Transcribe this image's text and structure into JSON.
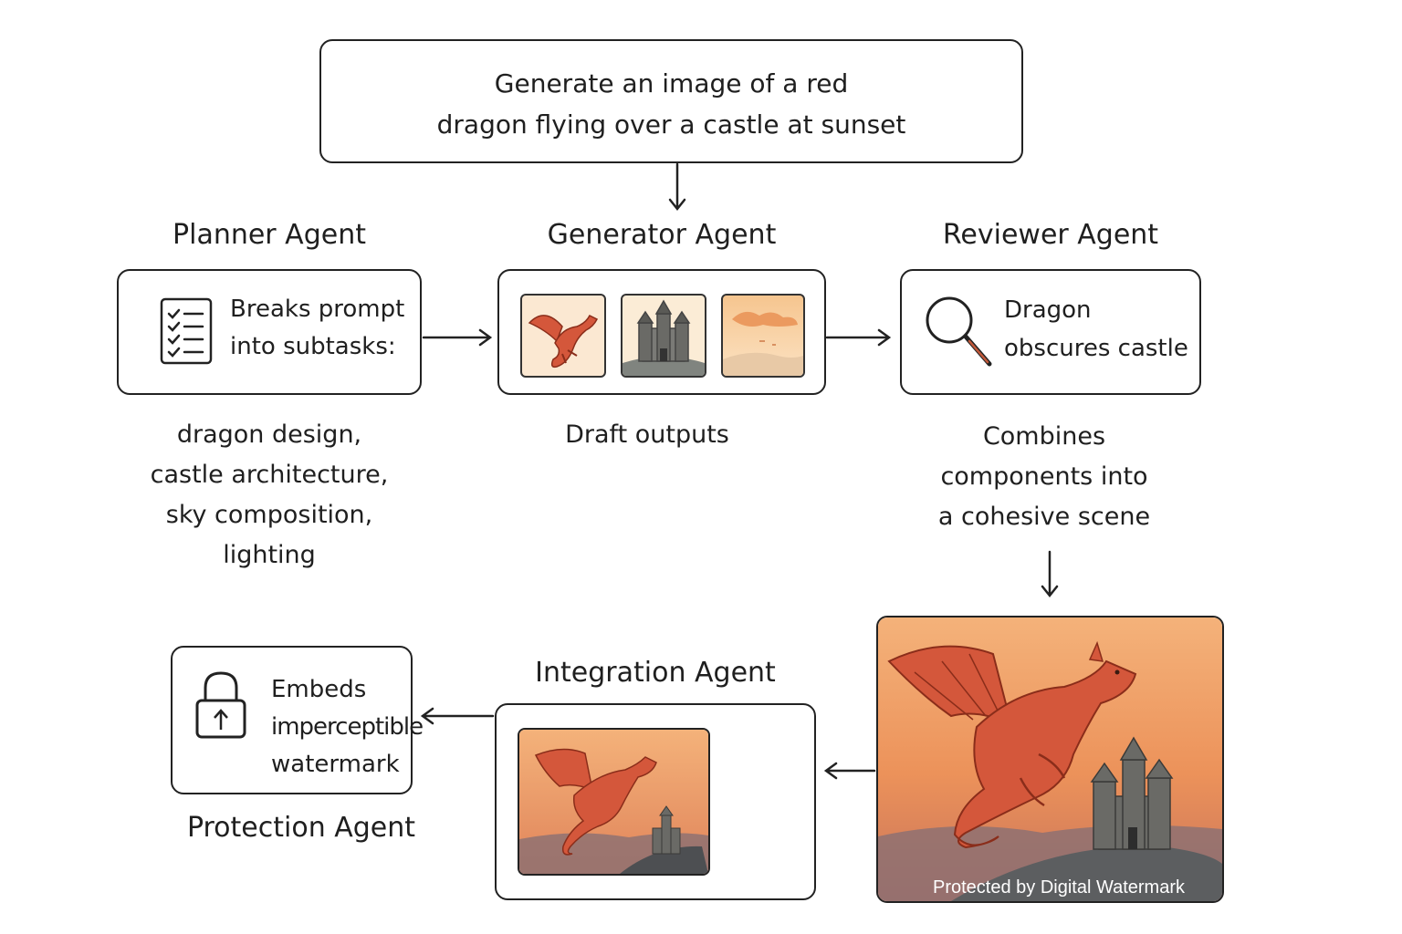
{
  "prompt": {
    "line1": "Generate an image of a red",
    "line2": "dragon flying over a castle at sunset"
  },
  "planner": {
    "title": "Planner Agent",
    "box_line1": "Breaks prompt",
    "box_line2": "into subtasks:",
    "subtasks": [
      "dragon design,",
      "castle architecture,",
      "sky composition,",
      "lighting"
    ],
    "icon": "checklist-icon"
  },
  "generator": {
    "title": "Generator Agent",
    "caption": "Draft outputs",
    "thumbnails": [
      "dragon-thumbnail",
      "castle-thumbnail",
      "sky-thumbnail"
    ]
  },
  "reviewer": {
    "title": "Reviewer Agent",
    "box_line1": "Dragon",
    "box_line2": "obscures castle",
    "icon": "magnifier-icon",
    "caption_lines": [
      "Combines",
      "components into",
      "a cohesive scene"
    ]
  },
  "final_image": {
    "watermark_text": "Protected by Digital Watermark"
  },
  "integration": {
    "title": "Integration Agent"
  },
  "protection": {
    "title": "Protection Agent",
    "box_lines": [
      "Embeds",
      "imperceptible",
      "watermark"
    ],
    "icon": "lock-icon"
  },
  "colors": {
    "dragon": "#d4573b",
    "sky_top": "#f3b27a",
    "sky_bottom": "#e88a52",
    "castle": "#6a6a66",
    "hill": "#5c5e60"
  }
}
